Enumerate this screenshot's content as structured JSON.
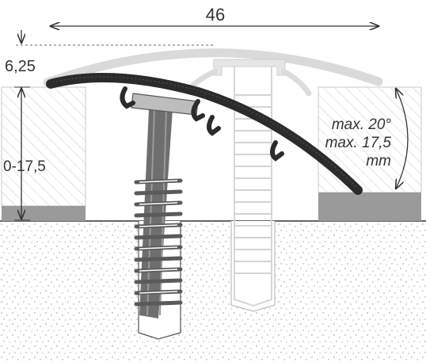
{
  "dimensions": {
    "width_label": "46",
    "thickness_label": "6,25",
    "height_range_label": "0-17,5"
  },
  "angle_note": {
    "line1": "max. 20°",
    "line2": "max. 17,5",
    "line3": "mm"
  },
  "colors": {
    "profile": "#2b2b2b",
    "ghost_profile": "#d4d4d4",
    "dowel": "#6e6e6e",
    "ghost_dowel": "#d9d9d9",
    "floor_strip": "#9a9a9a",
    "dimension": "#333333"
  }
}
